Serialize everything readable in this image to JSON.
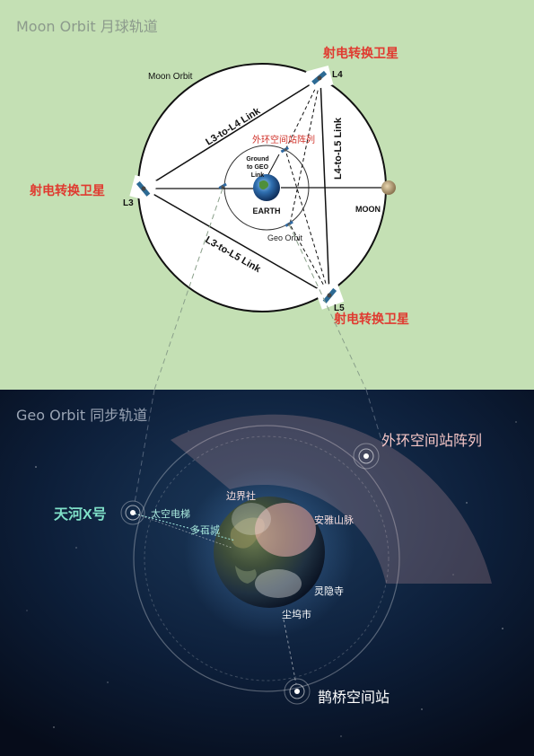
{
  "top_panel": {
    "title": "Moon Orbit 月球轨道",
    "moon_orbit_label": "Moon Orbit",
    "l3_label": "L3",
    "l4_label": "L4",
    "l5_label": "L5",
    "l3_sat_label": "射电转换卫星",
    "l4_sat_label": "射电转换卫星",
    "l5_sat_label": "射电转换卫星",
    "link_l3_l4": "L3-to-L4 Link",
    "link_l3_l5": "L3-to-L5 Link",
    "link_l4_l5": "L4-to-L5 Link",
    "outer_station_label": "外环空间站阵列",
    "ground_geo": [
      "Ground",
      "to GEO",
      "Link"
    ],
    "earth_label": "EARTH",
    "geo_orbit_label": "Geo Orbit",
    "moon_label": "MOON",
    "colors": {
      "background": "#c4e0b4",
      "accent_red": "#e03a30"
    }
  },
  "bottom_panel": {
    "title": "Geo Orbit 同步轨道",
    "outer_array_label": "外环空间站阵列",
    "tianhe_label": "天河X号",
    "elevator_label": "太空电梯",
    "city_duobai": "多百城",
    "city_bianjie": "边界社",
    "mountains": "安雅山脉",
    "temple": "灵隐寺",
    "city_chenwu": "尘坞市",
    "magpie_station": "鹊桥空间站",
    "colors": {
      "background": "#0a1830",
      "cyan_label": "#7fe0c8"
    }
  }
}
